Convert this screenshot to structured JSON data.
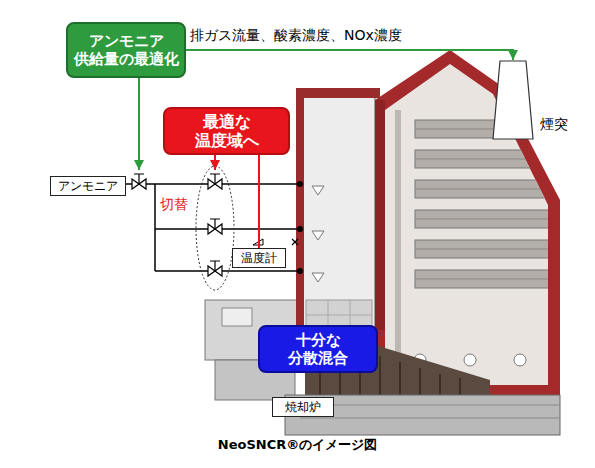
{
  "diagram": {
    "caption": "NeoSNCR®のイメージ図",
    "nodes": [
      {
        "text": [
          "アンモニア 供給量の最適化"
        ]
      },
      {
        "text": [
          "最適な 温度域へ"
        ]
      },
      {
        "text": [
          "煙突"
        ]
      },
      {
        "text": [
          "アンモニア"
        ]
      },
      {
        "text": [
          "温度計"
        ]
      },
      {
        "text": [
          "十分な 分散混合"
        ]
      },
      {
        "text": [
          "焼却炉"
        ]
      }
    ],
    "edges": [
      {
        "from": 0,
        "to": 2,
        "arrow": "to"
      },
      {
        "from": 1,
        "to": 4,
        "arrow": "none"
      }
    ],
    "labels": [
      "排ガス流量、酸素濃度、NOx濃度",
      "切替"
    ]
  }
}
